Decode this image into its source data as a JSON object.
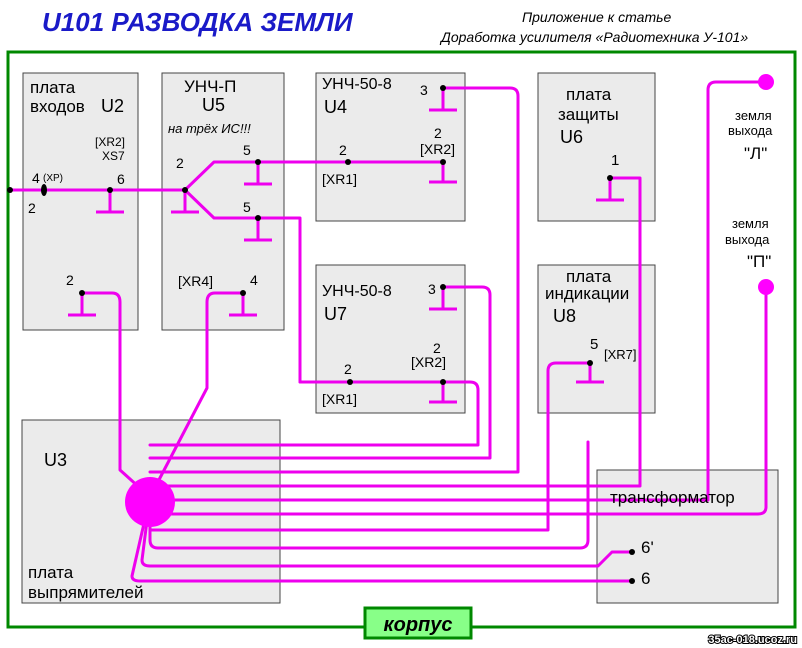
{
  "header": {
    "title": "U101   РАЗВОДКА ЗЕМЛИ",
    "note_line1": "Приложение к статье",
    "note_line2": "Доработка усилителя «Радиотехника У-101»"
  },
  "colors": {
    "wire": "#ee00ee",
    "hub": "#ff00ff",
    "frame": "#008800",
    "box_fill": "#ebebeb",
    "title": "#1a1ac8",
    "label_box_fill": "#88ff88"
  },
  "boards": {
    "u2": {
      "line1": "плата",
      "line2": "входов",
      "name": "U2",
      "conn1": "[XR2]",
      "conn2": "XS7",
      "pin_in": "4",
      "pin_in_tag": "(XP)",
      "pin_in_low": "2",
      "pin_out": "6",
      "pin_gnd": "2"
    },
    "u5": {
      "line1": "УНЧ-П",
      "name": "U5",
      "note": "на трёх ИС!!!",
      "pin_in": "2",
      "pin_top": "5",
      "pin_mid": "5",
      "conn": "[XR4]",
      "pin_gnd": "4"
    },
    "u4": {
      "line1": "УНЧ-50-8",
      "name": "U4",
      "pin3": "3",
      "pin2": "2",
      "conn_xr2": "[XR2]",
      "pin2b": "2",
      "conn_xr1": "[XR1]"
    },
    "u7": {
      "line1": "УНЧ-50-8",
      "name": "U7",
      "pin3": "3",
      "pin2": "2",
      "conn_xr2": "[XR2]",
      "pin2b": "2",
      "conn_xr1": "[XR1]"
    },
    "u6": {
      "line1": "плата",
      "line2": "защиты",
      "name": "U6",
      "pin": "1"
    },
    "u8": {
      "line1": "плата",
      "line2": "индикации",
      "name": "U8",
      "pin": "5",
      "conn": "[XR7]"
    },
    "u3": {
      "name": "U3",
      "line1": "плата",
      "line2": "выпрямителей"
    },
    "transformer": {
      "name": "трансформатор",
      "pin_a": "6'",
      "pin_b": "6"
    }
  },
  "outputs": {
    "left": {
      "line1": "земля",
      "line2": "выхода",
      "line3": "\"Л\""
    },
    "right": {
      "line1": "земля",
      "line2": "выхода",
      "line3": "\"П\""
    }
  },
  "chassis_label": "корпус",
  "watermark": "35ac-018.ucoz.ru"
}
